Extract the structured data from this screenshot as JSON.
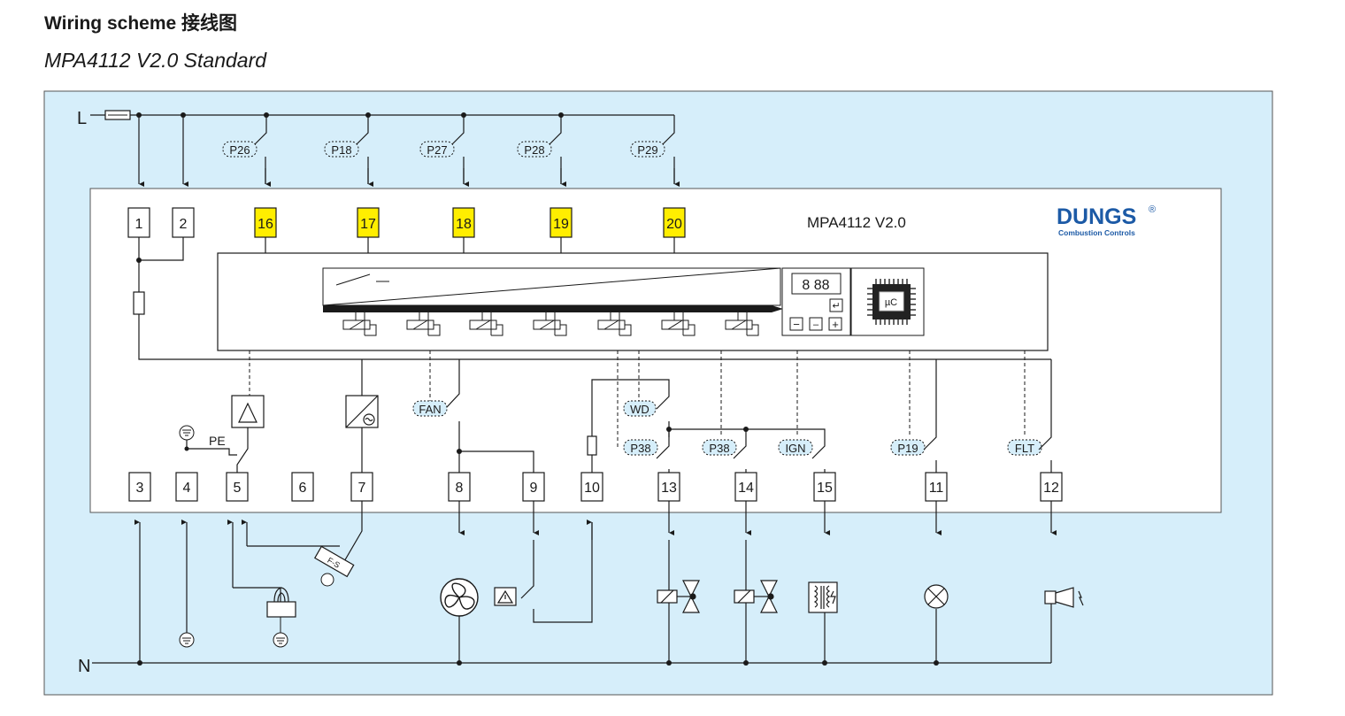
{
  "header": {
    "title": "Wiring scheme 接线图",
    "subtitle": "MPA4112 V2.0 Standard"
  },
  "device": {
    "model": "MPA4112 V2.0",
    "brand": "DUNGS",
    "brand_mark": "®",
    "brand_tagline": "Combustion Controls",
    "display": "8 88",
    "mcu": "µC",
    "keys": {
      "enter": "↵",
      "minus": "−",
      "dash": "–",
      "plus": "+"
    }
  },
  "rails": {
    "line": "L",
    "neutral": "N"
  },
  "labels": {
    "pe": "PE",
    "flame_sensor": "F-S"
  },
  "top_terminals": [
    "1",
    "2",
    "16",
    "17",
    "18",
    "19",
    "20"
  ],
  "bottom_terminals": [
    "3",
    "4",
    "5",
    "6",
    "7",
    "8",
    "9",
    "10",
    "13",
    "14",
    "15",
    "11",
    "12"
  ],
  "top_contacts": [
    "P26",
    "P18",
    "P27",
    "P28",
    "P29"
  ],
  "bottom_contacts": {
    "fan": "FAN",
    "wd": "WD",
    "p38a": "P38",
    "p38b": "P38",
    "ign": "IGN",
    "p19": "P19",
    "flt": "FLT"
  },
  "colors": {
    "panel_bg": "#d6eefa",
    "highlight_terminal": "#ffee00",
    "brand_blue": "#1c5aa6",
    "line": "#1a1a1a"
  }
}
